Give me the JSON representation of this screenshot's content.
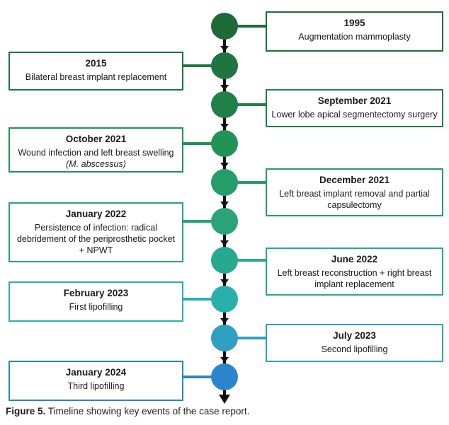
{
  "figure": {
    "caption_label": "Figure 5.",
    "caption_text": " Timeline showing key events of the case report."
  },
  "timeline": {
    "axis_color": "#111111",
    "events": [
      {
        "date": "1995",
        "desc": "Augmentation mammoplasty",
        "side": "right",
        "color": "#1f6b38"
      },
      {
        "date": "2015",
        "desc": "Bilateral breast implant replacement",
        "side": "left",
        "color": "#1e7540"
      },
      {
        "date": "September 2021",
        "desc": "Lower lobe apical segmentectomy surgery",
        "side": "right",
        "color": "#1f8048"
      },
      {
        "date": "October 2021",
        "desc": "Wound infection and left breast swelling",
        "desc_italic": "(M. abscessus)",
        "side": "left",
        "color": "#219355"
      },
      {
        "date": "December 2021",
        "desc": "Left breast implant removal and partial capsulectomy",
        "side": "right",
        "color": "#259d68"
      },
      {
        "date": "January 2022",
        "desc": "Persistence of infection: radical debridement of the periprosthetic pocket + NPWT",
        "side": "left",
        "color": "#2aa378"
      },
      {
        "date": "June 2022",
        "desc": "Left breast reconstruction + right breast implant replacement",
        "side": "right",
        "color": "#27a98f"
      },
      {
        "date": "February 2023",
        "desc": "First lipofilling",
        "side": "left",
        "color": "#29b0ac"
      },
      {
        "date": "July 2023",
        "desc": "Second lipofilling",
        "side": "right",
        "color": "#2f9fc4"
      },
      {
        "date": "January 2024",
        "desc": "Third lipofilling",
        "side": "left",
        "color": "#2b85cc"
      }
    ]
  }
}
